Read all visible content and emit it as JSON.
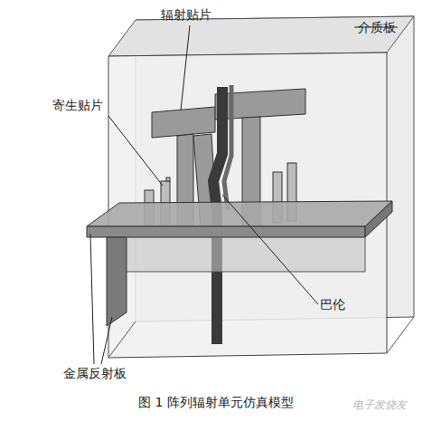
{
  "diagram": {
    "caption": "图 1  阵列辐射单元仿真模型",
    "labels": [
      "辐射贴片",
      "介质板",
      "寄生贴片",
      "巴伦",
      "金属反射板",
      "电子发烧友"
    ]
  }
}
